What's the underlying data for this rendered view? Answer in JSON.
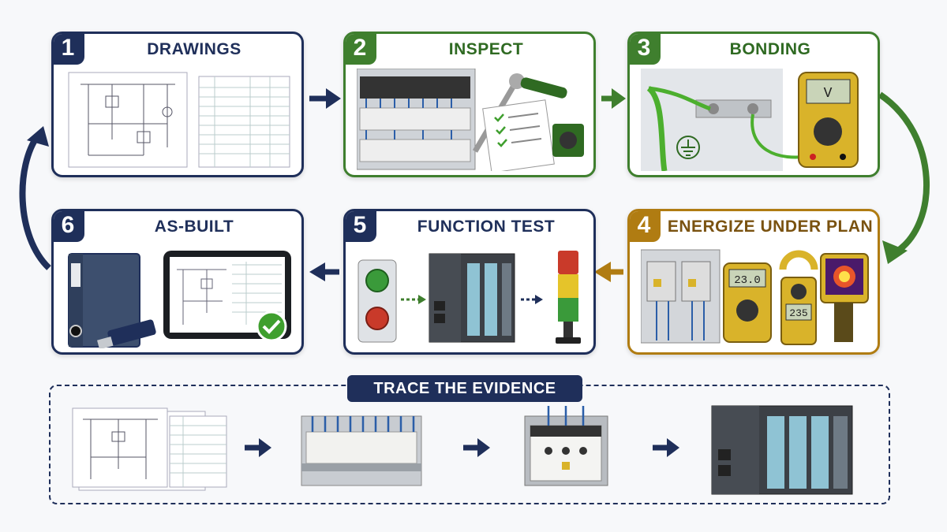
{
  "steps": [
    {
      "number": "1",
      "title": "DRAWINGS"
    },
    {
      "number": "2",
      "title": "INSPECT"
    },
    {
      "number": "3",
      "title": "BONDING"
    },
    {
      "number": "4",
      "title": "ENERGIZE UNDER PLAN"
    },
    {
      "number": "5",
      "title": "FUNCTION TEST"
    },
    {
      "number": "6",
      "title": "AS-BUILT"
    }
  ],
  "meters": {
    "multimeter_reading": "23.0",
    "clamp_reading": "235",
    "bonding_meter_reading": "V"
  },
  "trace": {
    "title": "TRACE THE EVIDENCE"
  },
  "colors": {
    "navy": "#1f2f5a",
    "green": "#3f7f2e",
    "gold": "#b07c12"
  },
  "icons": [
    "schematic-icon",
    "terminal-block-icon",
    "ratchet-icon",
    "checklist-icon",
    "multimeter-icon",
    "ground-symbol-icon",
    "contactor-icon",
    "clamp-meter-icon",
    "thermal-camera-icon",
    "push-button-icon",
    "plc-icon",
    "stack-light-icon",
    "binder-icon",
    "tablet-icon",
    "usb-drive-icon",
    "checkmark-icon"
  ]
}
